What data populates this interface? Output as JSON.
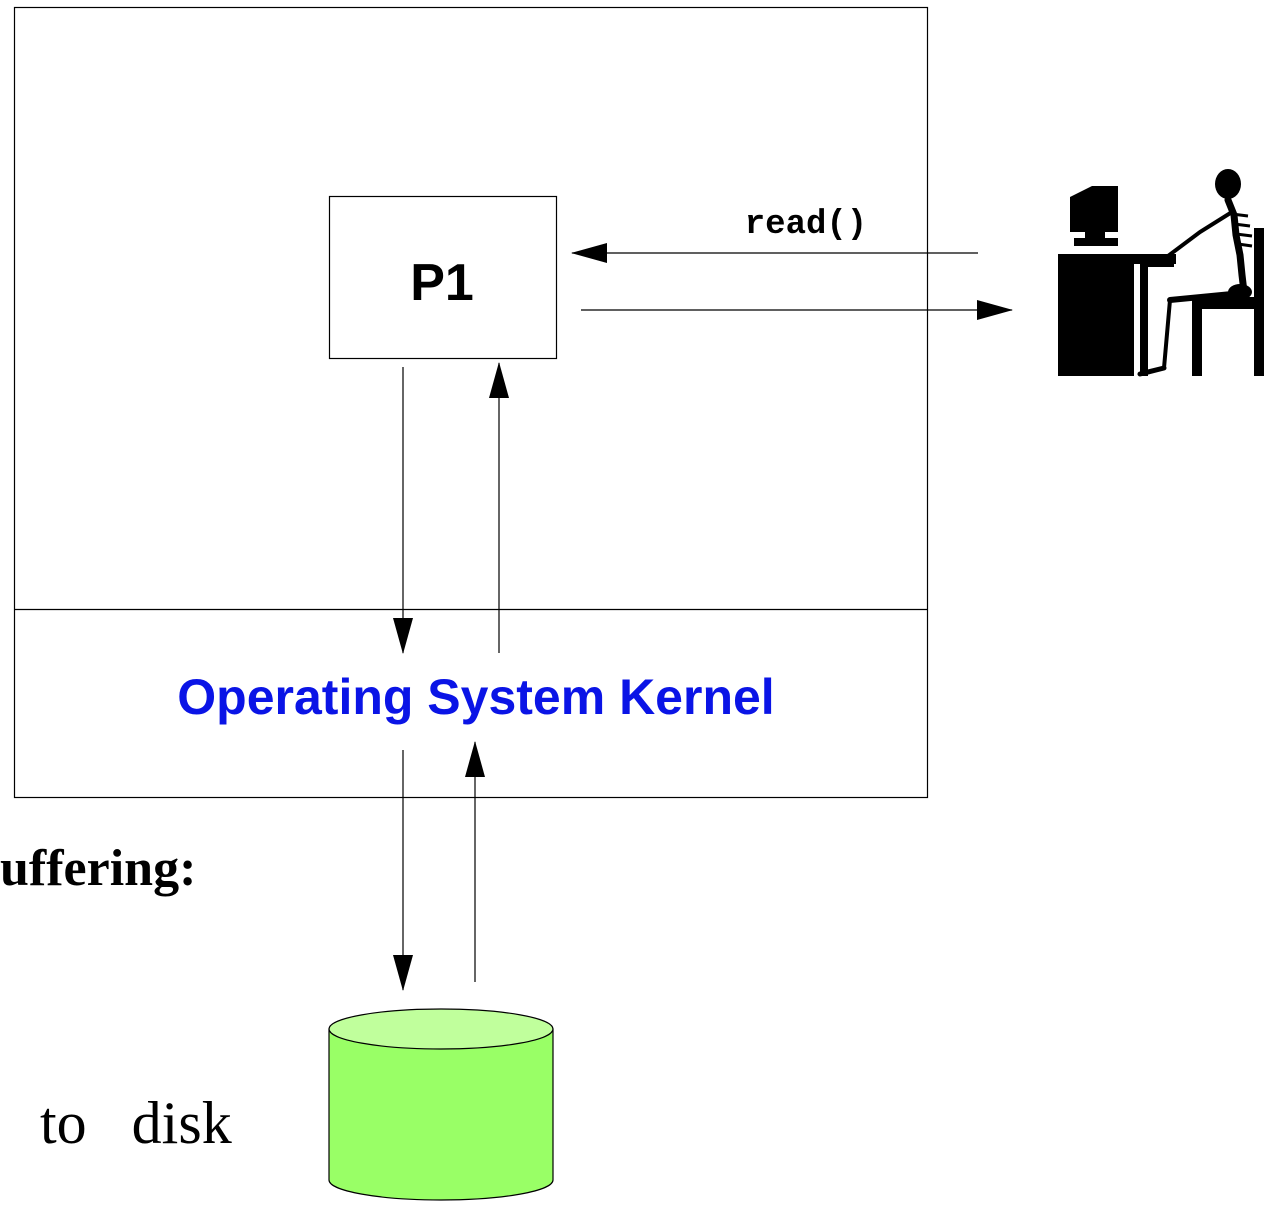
{
  "process": {
    "label": "P1"
  },
  "system_call": {
    "label": "read()"
  },
  "kernel": {
    "label": "Operating System Kernel",
    "color": "#0a14e6"
  },
  "left_text": {
    "heading_fragment": "uffering:",
    "disk_text": "to   disk"
  },
  "icons": {
    "user": "computer-user-icon",
    "disk": "disk-cylinder-icon"
  },
  "colors": {
    "disk_body": "#99ff66",
    "disk_top": "#c0ff9c",
    "line": "#000000"
  }
}
